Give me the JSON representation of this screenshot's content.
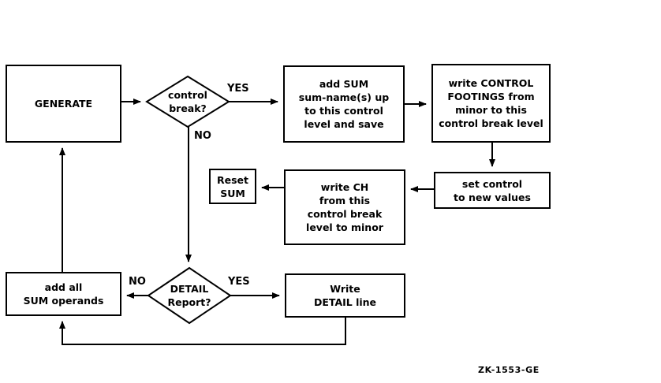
{
  "figure": {
    "id_label": "ZK-1553-GE",
    "type": "flowchart"
  },
  "nodes": {
    "generate": {
      "shape": "process",
      "lines": [
        "GENERATE"
      ]
    },
    "control_break": {
      "shape": "decision",
      "lines": [
        "control",
        "break?"
      ]
    },
    "add_sum": {
      "shape": "process",
      "lines": [
        "add SUM",
        "sum-name(s) up",
        "to this control",
        "level and save"
      ]
    },
    "write_control_footings": {
      "shape": "process",
      "lines": [
        "write CONTROL",
        "FOOTINGS from",
        "minor to this",
        "control break level"
      ]
    },
    "set_control": {
      "shape": "process",
      "lines": [
        "set control",
        "to new values"
      ]
    },
    "write_ch": {
      "shape": "process",
      "lines": [
        "write CH",
        "from this",
        "control break",
        "level to minor"
      ]
    },
    "reset_sum": {
      "shape": "process",
      "lines": [
        "Reset",
        "SUM"
      ]
    },
    "add_all_sum_operands": {
      "shape": "process",
      "lines": [
        "add all",
        "SUM operands"
      ]
    },
    "detail_report": {
      "shape": "decision",
      "lines": [
        "DETAIL",
        "Report?"
      ]
    },
    "write_detail_line": {
      "shape": "process",
      "lines": [
        "Write",
        "DETAIL line"
      ]
    }
  },
  "edge_labels": {
    "control_break_yes": "YES",
    "control_break_no": "NO",
    "detail_report_yes": "YES",
    "detail_report_no": "NO"
  },
  "colors": {
    "stroke": "#000000",
    "background": "#ffffff",
    "text": "#000000"
  }
}
